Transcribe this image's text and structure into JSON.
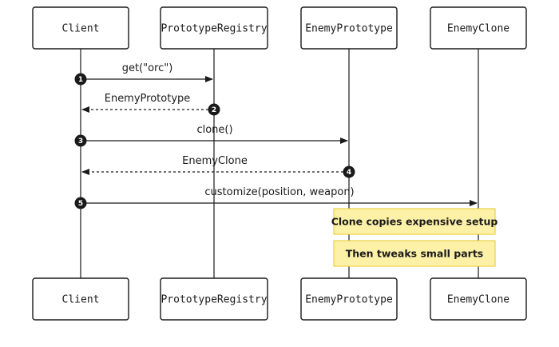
{
  "participants": [
    {
      "id": "client",
      "label": "Client"
    },
    {
      "id": "registry",
      "label": "PrototypeRegistry"
    },
    {
      "id": "prototype",
      "label": "EnemyPrototype"
    },
    {
      "id": "clone",
      "label": "EnemyClone"
    }
  ],
  "messages": [
    {
      "seq": "1",
      "from": "client",
      "to": "registry",
      "label": "get(\"orc\")",
      "style": "solid"
    },
    {
      "seq": "2",
      "from": "registry",
      "to": "client",
      "label": "EnemyPrototype",
      "style": "dashed"
    },
    {
      "seq": "3",
      "from": "client",
      "to": "prototype",
      "label": "clone()",
      "style": "solid"
    },
    {
      "seq": "4",
      "from": "prototype",
      "to": "client",
      "label": "EnemyClone",
      "style": "dashed"
    },
    {
      "seq": "5",
      "from": "client",
      "to": "clone",
      "label": "customize(position, weapon)",
      "style": "solid"
    }
  ],
  "notes": [
    {
      "text": "Clone copies expensive setup"
    },
    {
      "text": "Then tweaks small parts"
    }
  ],
  "colors": {
    "line": "#1a1a1a",
    "note_fill": "#fdf1a8",
    "note_border": "#e8d24a",
    "background": "#ffffff"
  }
}
